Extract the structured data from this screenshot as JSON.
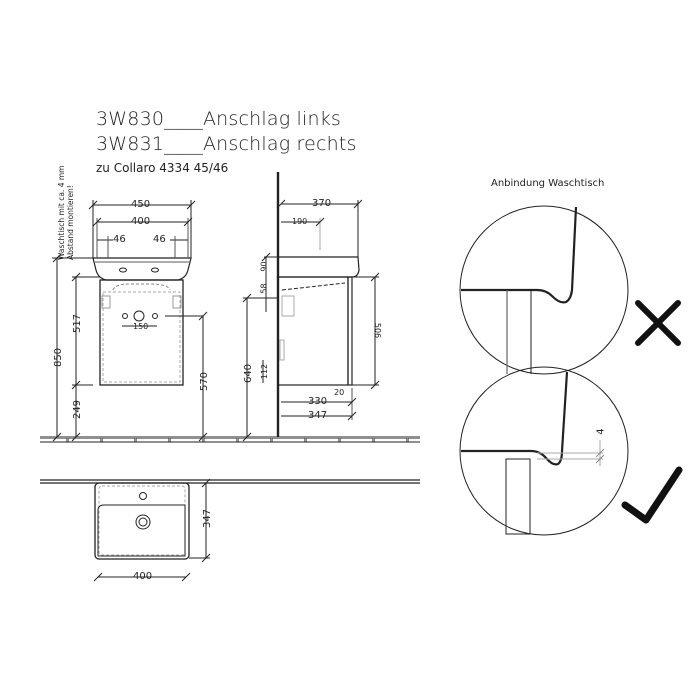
{
  "header": {
    "line1": "3W830____Anschlag links",
    "line2": "3W831____Anschlag rechts",
    "subtitle": "zu Collaro 4334 45/46"
  },
  "front_view": {
    "note_line1": "Waschtisch mit ca. 4 mm",
    "note_line2": "Abstand montieren!",
    "dims": {
      "width_outer": "450",
      "width_inner": "400",
      "offset_left": "46",
      "offset_right": "46",
      "hole_spacing": "150",
      "height_total": "850",
      "cabinet_height": "517",
      "floor_clearance": "249",
      "mount_height": "570"
    }
  },
  "side_view": {
    "dims": {
      "depth_basin": "370",
      "drain_offset": "190",
      "basin_thickness": "90",
      "gap_top": "58",
      "cabinet_height": "506",
      "wall_mount_height": "640",
      "bracket_height": "112",
      "door_thickness": "20",
      "body_depth": "330",
      "total_depth": "347"
    }
  },
  "top_view": {
    "dims": {
      "width": "400",
      "depth": "347"
    }
  },
  "detail": {
    "title": "Anbindung Waschtisch",
    "gap_label": "4",
    "wrong_icon": "cross-icon",
    "correct_icon": "check-icon"
  },
  "colors": {
    "line": "#1a1a1a",
    "hidden_line": "#9a9a9a",
    "background": "#ffffff"
  }
}
